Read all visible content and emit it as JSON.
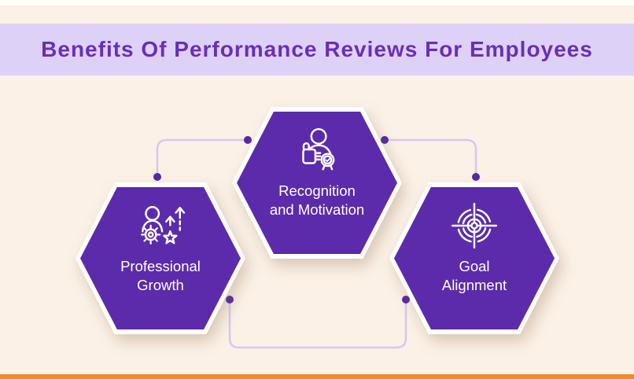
{
  "header": {
    "title": "Benefits Of Performance Reviews For Employees"
  },
  "hexagons": [
    {
      "id": "professional-growth",
      "icon": "growth-icon",
      "label_line1": "Professional",
      "label_line2": "Growth"
    },
    {
      "id": "recognition-motivation",
      "icon": "recognition-icon",
      "label_line1": "Recognition",
      "label_line2": "and Motivation"
    },
    {
      "id": "goal-alignment",
      "icon": "target-icon",
      "label_line1": "Goal",
      "label_line2": "Alignment"
    }
  ],
  "theme": {
    "background": "#FBF1E6",
    "top_strip": "#FFFDF8",
    "title_band": "#DDD1F7",
    "title_text": "#6B2EB8",
    "hexagon_fill": "#5C2BAC",
    "hexagon_border": "#FFFFFF",
    "icon_and_label": "#FFFFFF",
    "connector_line": "#D5C8F4",
    "connector_dot": "#5527A8",
    "bottom_strip": "#F18A2B"
  }
}
